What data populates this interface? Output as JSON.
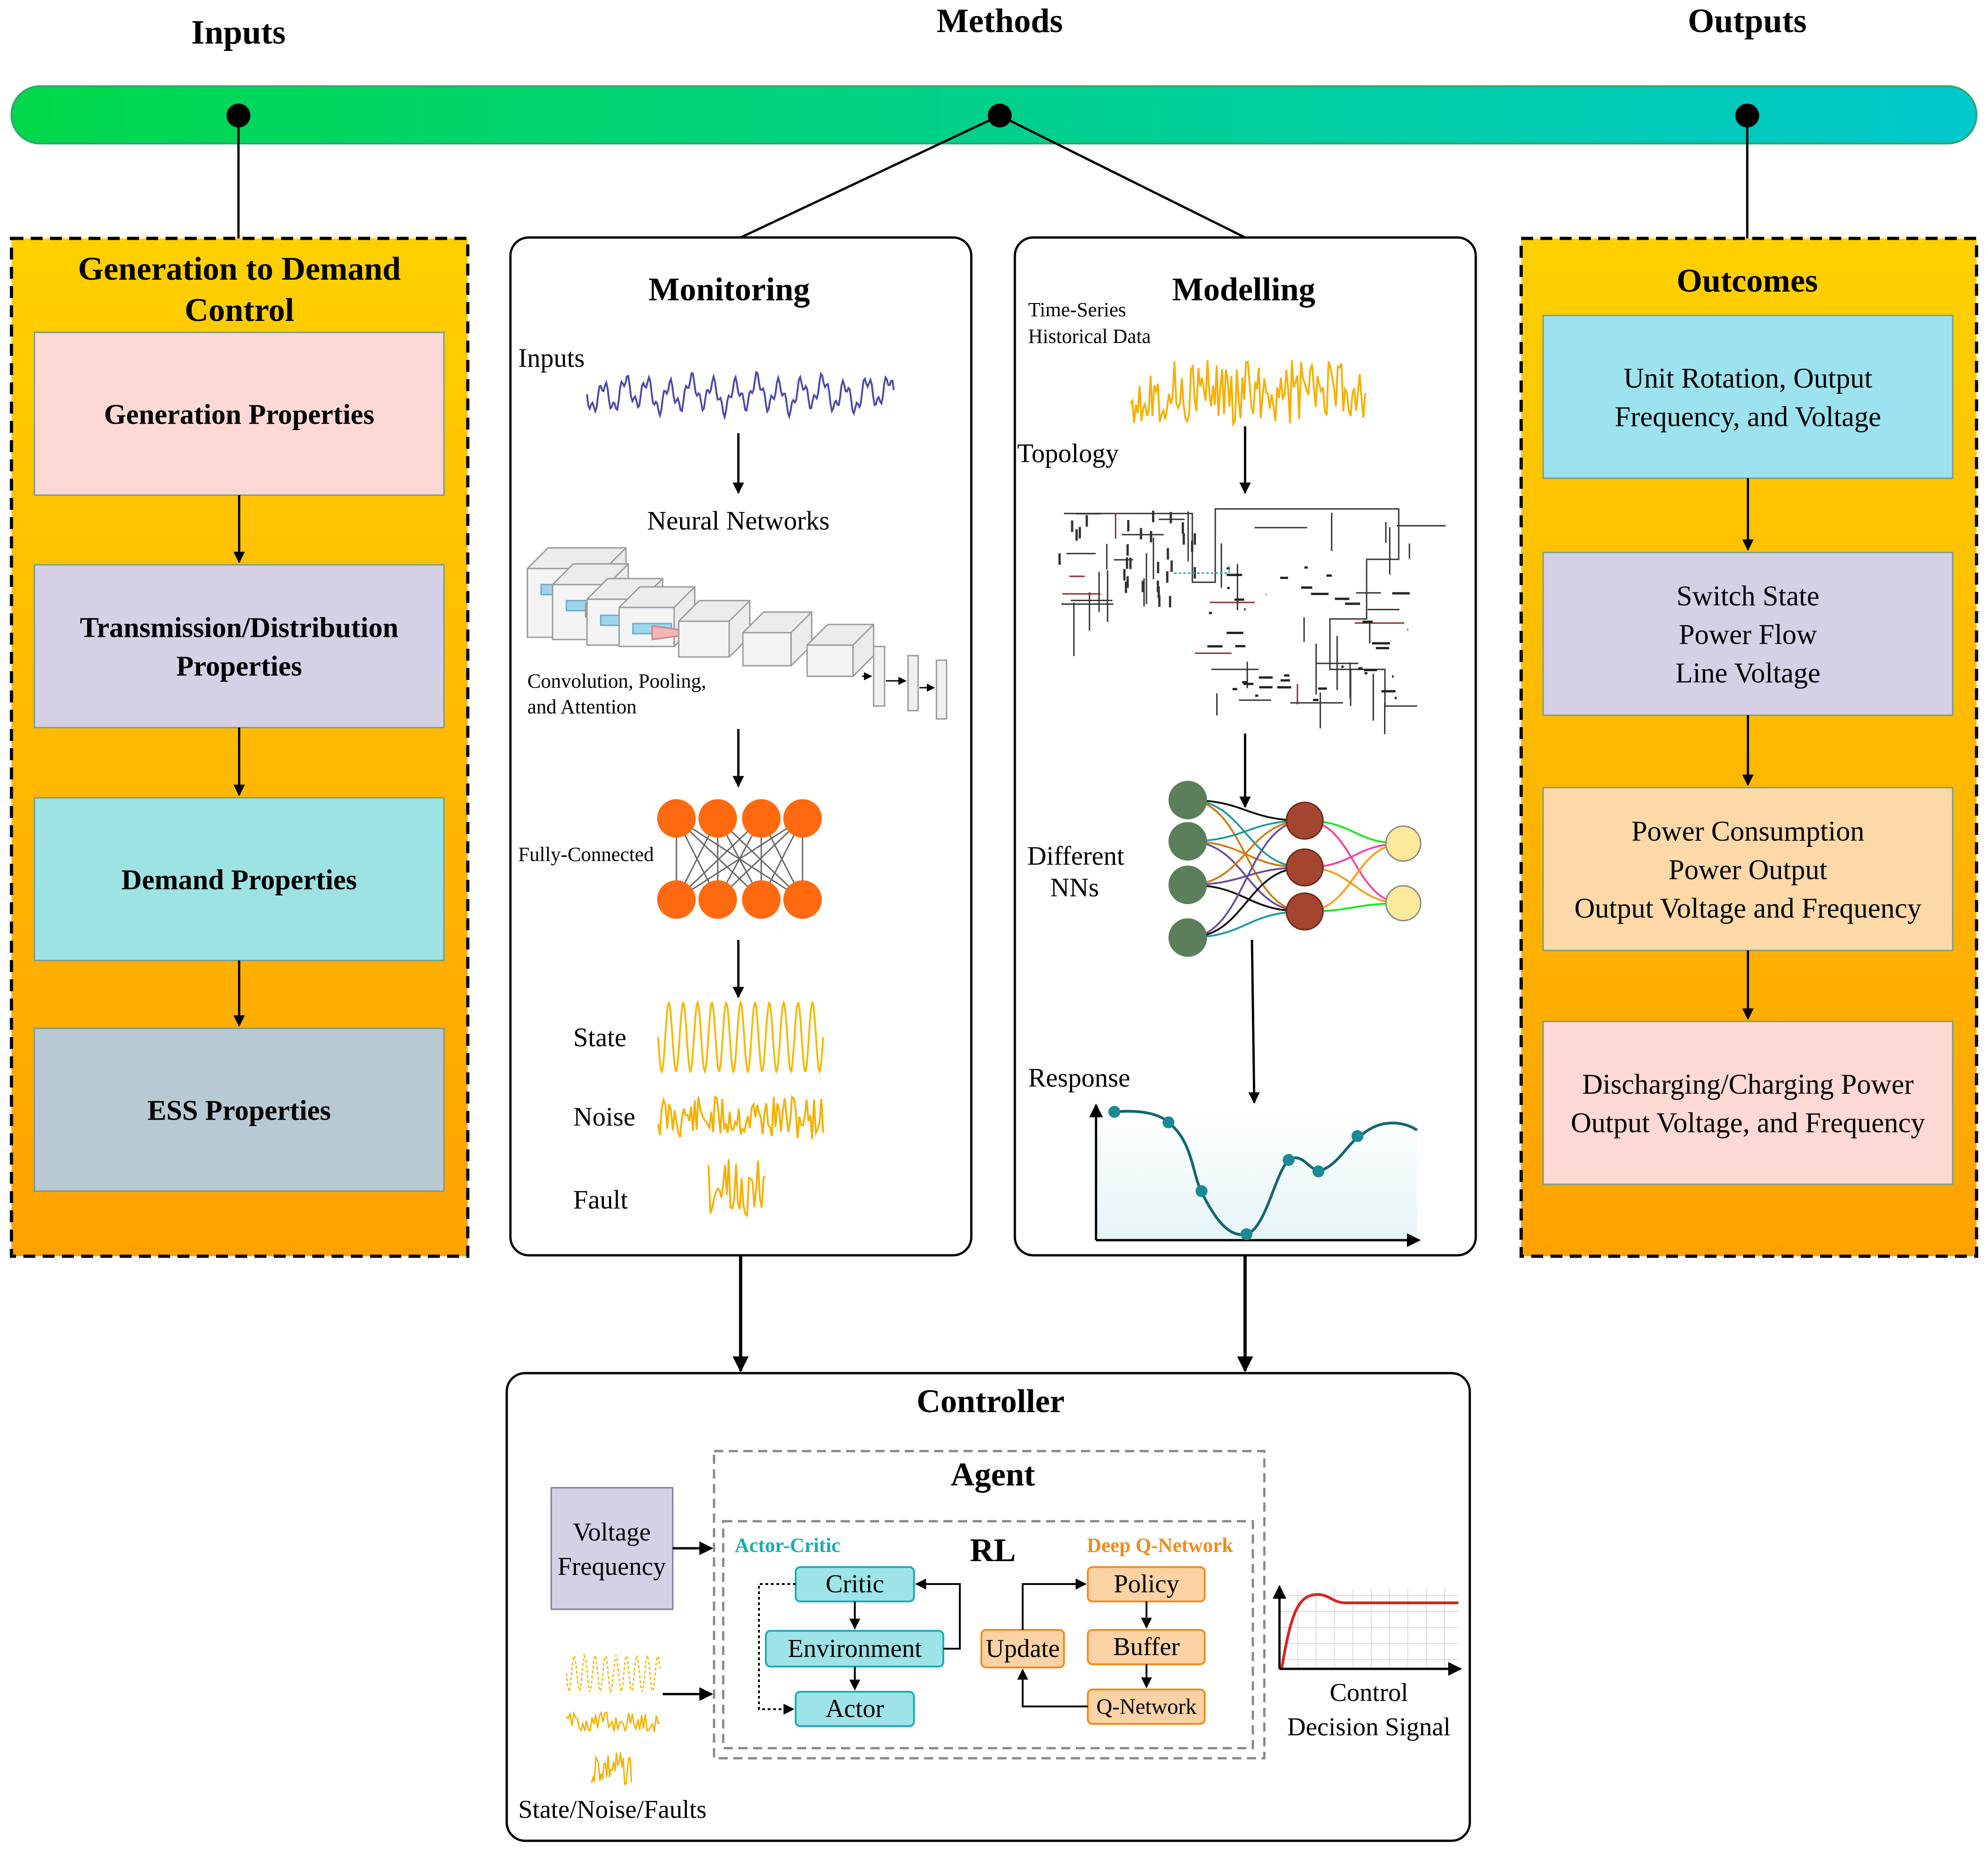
{
  "top_labels": {
    "inputs": "Inputs",
    "methods": "Methods",
    "outputs": "Outputs"
  },
  "inputs_panel": {
    "title_line1": "Generation to Demand",
    "title_line2": "Control",
    "boxes": [
      {
        "lines": [
          "Generation Properties"
        ],
        "color": "#fcd9d4"
      },
      {
        "lines": [
          "Transmission/Distribution",
          "Properties"
        ],
        "color": "#d5d0e6"
      },
      {
        "lines": [
          "Demand Properties"
        ],
        "color": "#9de3e3"
      },
      {
        "lines": [
          "ESS Properties"
        ],
        "color": "#b8c9d4"
      }
    ]
  },
  "monitoring": {
    "title": "Monitoring",
    "inputs_label": "Inputs",
    "neural_networks": "Neural Networks",
    "conv_line1": "Convolution, Pooling,",
    "conv_line2": "and Attention",
    "fully_connected": "Fully-Connected",
    "state": "State",
    "noise": "Noise",
    "fault": "Fault"
  },
  "modelling": {
    "title": "Modelling",
    "ts_line1": "Time-Series",
    "ts_line2": "Historical Data",
    "topology": "Topology",
    "nns_line1": "Different",
    "nns_line2": "NNs",
    "response": "Response"
  },
  "outputs_panel": {
    "title": "Outcomes",
    "boxes": [
      {
        "lines": [
          "Unit Rotation, Output",
          "Frequency, and Voltage"
        ],
        "color": "#9de3ef"
      },
      {
        "lines": [
          "Switch State",
          "Power Flow",
          "Line Voltage"
        ],
        "color": "#d5d0e6"
      },
      {
        "lines": [
          "Power Consumption",
          "Power Output",
          "Output Voltage and Frequency"
        ],
        "color": "#fdd9a8"
      },
      {
        "lines": [
          "Discharging/Charging Power",
          "Output Voltage, and Frequency"
        ],
        "color": "#fcd9d4"
      }
    ]
  },
  "controller": {
    "title": "Controller",
    "agent": "Agent",
    "rl": "RL",
    "actor_critic": "Actor-Critic",
    "dqn": "Deep Q-Network",
    "critic": "Critic",
    "environment": "Environment",
    "actor": "Actor",
    "update": "Update",
    "policy": "Policy",
    "buffer": "Buffer",
    "qnetwork": "Q-Network",
    "vf_line1": "Voltage",
    "vf_line2": "Frequency",
    "state_noise_faults": "State/Noise/Faults",
    "control_line1": "Control",
    "control_line2": "Decision Signal"
  },
  "colors": {
    "timeline_start": "#00d84a",
    "timeline_end": "#00c8cc",
    "orange_panel_top": "#ffd000",
    "orange_panel_bottom": "#ffa400",
    "signal_orange": "#f5b800",
    "signal_blue": "#4a4aa8",
    "node_orange": "#ff6a10",
    "node_green": "#5b7f5a",
    "node_red": "#a4452f",
    "node_yellow": "#fbe99a",
    "actor_critic_teal": "#1aacb4",
    "dqn_orange": "#f08c1a",
    "teal_box": "#9de3e8",
    "orange_box": "#fdd2a4",
    "response_curve": "#14666e"
  }
}
